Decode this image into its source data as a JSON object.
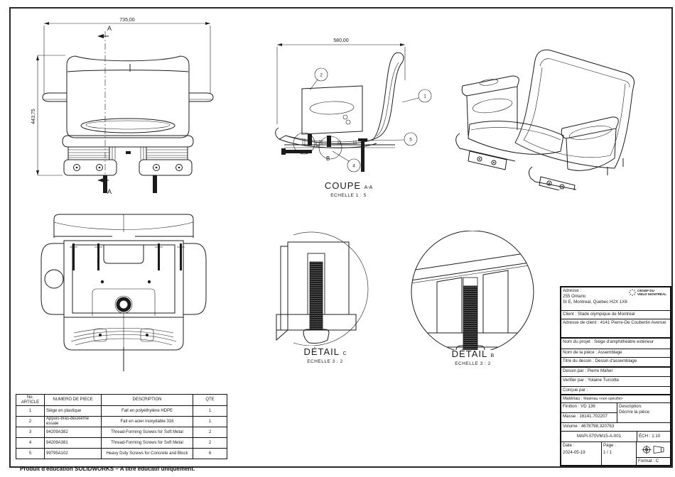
{
  "sheet": {
    "footer_note": "Produit d'éducation SOLIDWORKS – A titre éducatif uniquement."
  },
  "views": {
    "front": {
      "dim_width": "735,00",
      "dim_height": "443,75",
      "section_letter": "A"
    },
    "coupe": {
      "dim_width": "580,00",
      "name": "COUPE",
      "section_ref": "A-A",
      "scale": "ECHELLE 1 : 5",
      "balloons": {
        "b1": "1",
        "b2": "2",
        "b4": "4",
        "b5": "5"
      },
      "detail_c_letter": "C",
      "detail_b_letter": "B"
    },
    "detail_c": {
      "name": "DÉTAIL",
      "letter": "C",
      "scale": "ECHELLE 3 : 2"
    },
    "detail_b": {
      "name": "DÉTAIL",
      "letter": "B",
      "scale": "ECHELLE 3 : 2"
    }
  },
  "bom": {
    "headers": {
      "article": "No. ARTICLE",
      "part": "NUMERO DE PIECE",
      "desc": "DESCRIPTION",
      "qty": "QTE"
    },
    "rows": [
      {
        "no": "1",
        "part": "Siège en plastique",
        "desc": "Fait en polyéthylène HDPE",
        "qty": "1"
      },
      {
        "no": "2",
        "part": "Appuis-bras-deuxième essaie",
        "desc": "Fait en acier inoxydable 316",
        "qty": "1"
      },
      {
        "no": "3",
        "part": "94209A382",
        "desc": "Thread-Forming Screws for Soft Metal",
        "qty": "2"
      },
      {
        "no": "4",
        "part": "94209A381",
        "desc": "Thread-Forming Screws for Soft Metal",
        "qty": "2"
      },
      {
        "no": "5",
        "part": "99795A102",
        "desc": "Heavy Duty Screws for Concrete and Block",
        "qty": "6"
      }
    ]
  },
  "title_block": {
    "address": {
      "label": "Adresse :",
      "line1": "255 Ontario",
      "line2": "St E, Montreal, Quebec H2X 1X6"
    },
    "logo": {
      "line1": "CÉGEP DU",
      "line2": "VIEUX MONTRÉAL"
    },
    "client": {
      "label": "Client :",
      "value": "Stade olympique de Montréal"
    },
    "client_address": {
      "label": "Adresse de client :",
      "value": "4141 Pierre-De Coubertin Avenue"
    },
    "project": {
      "label": "Nom du projet :",
      "value": "Siège d'amphithéâtre extérieur"
    },
    "part": {
      "label": "Nom de la pièce :",
      "value": "Assemblage"
    },
    "drawing_title": {
      "label": "Titre du dessin :",
      "value": "Dessin d'assemblage"
    },
    "drawn_by": {
      "label": "Dessin par :",
      "value": "Pierre Maher"
    },
    "checked_by": {
      "label": "Verifier par :",
      "value": "Yolaine Turcotte"
    },
    "designed_by": {
      "label": "Conçue par :",
      "value": ""
    },
    "material": {
      "label": "Matériau :",
      "value": "Matériau <non spécifié>"
    },
    "finish": {
      "label": "Finition :",
      "value": "VD 136"
    },
    "description": {
      "label": "Description:",
      "value": "Décrire la pièce"
    },
    "mass": {
      "label": "Masse :",
      "value": "16141.702207"
    },
    "volume": {
      "label": "Volume :",
      "value": "4678798.320763"
    },
    "doc_number": "MAPI-570VM15-A-001",
    "scale": "ÉCH :  1:10",
    "date": {
      "label": "Date :",
      "value": "2024-05-19"
    },
    "page": {
      "label": "Page :",
      "value": "1 / 1"
    },
    "format": {
      "label": "Format :",
      "value": "C"
    }
  }
}
